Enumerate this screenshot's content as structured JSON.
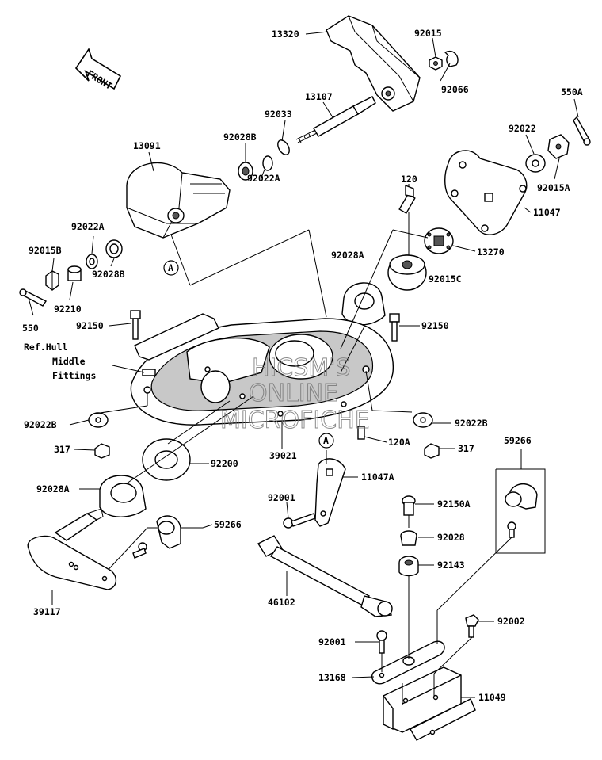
{
  "labels": {
    "p13320": "13320",
    "p92015": "92015",
    "p92066": "92066",
    "p550A": "550A",
    "p13107": "13107",
    "p92033": "92033",
    "p92028B_top": "92028B",
    "p13091": "13091",
    "p92022A_top": "92022A",
    "p92022": "92022",
    "p92015A": "92015A",
    "p120": "120",
    "p11047": "11047",
    "p13270": "13270",
    "p92028A_mid": "92028A",
    "p92015C": "92015C",
    "p92022A_left": "92022A",
    "p92015B": "92015B",
    "p92028B_left": "92028B",
    "p92210": "92210",
    "p550": "550",
    "p92150_left": "92150",
    "p92150_right": "92150",
    "ref_hull_line1": "Ref.Hull",
    "ref_hull_line2": "Middle",
    "ref_hull_line3": "Fittings",
    "p92022B_left": "92022B",
    "p92022B_right": "92022B",
    "p120A": "120A",
    "p317_left": "317",
    "p317_right": "317",
    "p92200": "92200",
    "p39021": "39021",
    "p11047A": "11047A",
    "p59266_right": "59266",
    "p92028A_low": "92028A",
    "p92001_top": "92001",
    "p92150A": "92150A",
    "p59266_left": "59266",
    "p92028": "92028",
    "p92143": "92143",
    "p39117": "39117",
    "p46102": "46102",
    "p92002": "92002",
    "p92001_low": "92001",
    "p13168": "13168",
    "p11049": "11049",
    "ref_A_1": "A",
    "ref_A_2": "A"
  },
  "front_arrow": "FRONT",
  "watermark": {
    "line1": "HICSM'S",
    "line2": "ONLINE",
    "line3": "MICROFICHE"
  }
}
